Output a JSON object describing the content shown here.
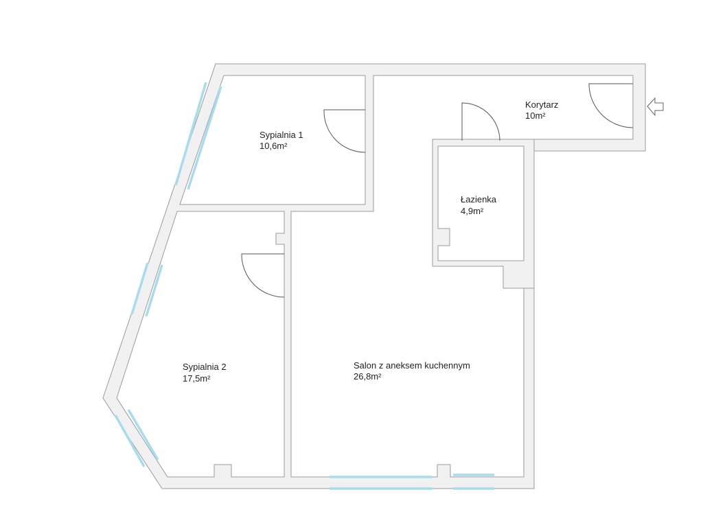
{
  "floorplan": {
    "rooms": [
      {
        "name": "Sypialnia 1",
        "area": "10,6m²"
      },
      {
        "name": "Korytarz",
        "area": "10m²"
      },
      {
        "name": "Łazienka",
        "area": "4,9m²"
      },
      {
        "name": "Sypialnia 2",
        "area": "17,5m²"
      },
      {
        "name": "Salon z aneksem kuchennym",
        "area": "26,8m²"
      }
    ],
    "entrance_icon": "arrow-left-outline-icon",
    "colors": {
      "wall": "#f1f1f1",
      "wall_outline": "#9a9a9a",
      "window": "#a6dcec"
    }
  }
}
